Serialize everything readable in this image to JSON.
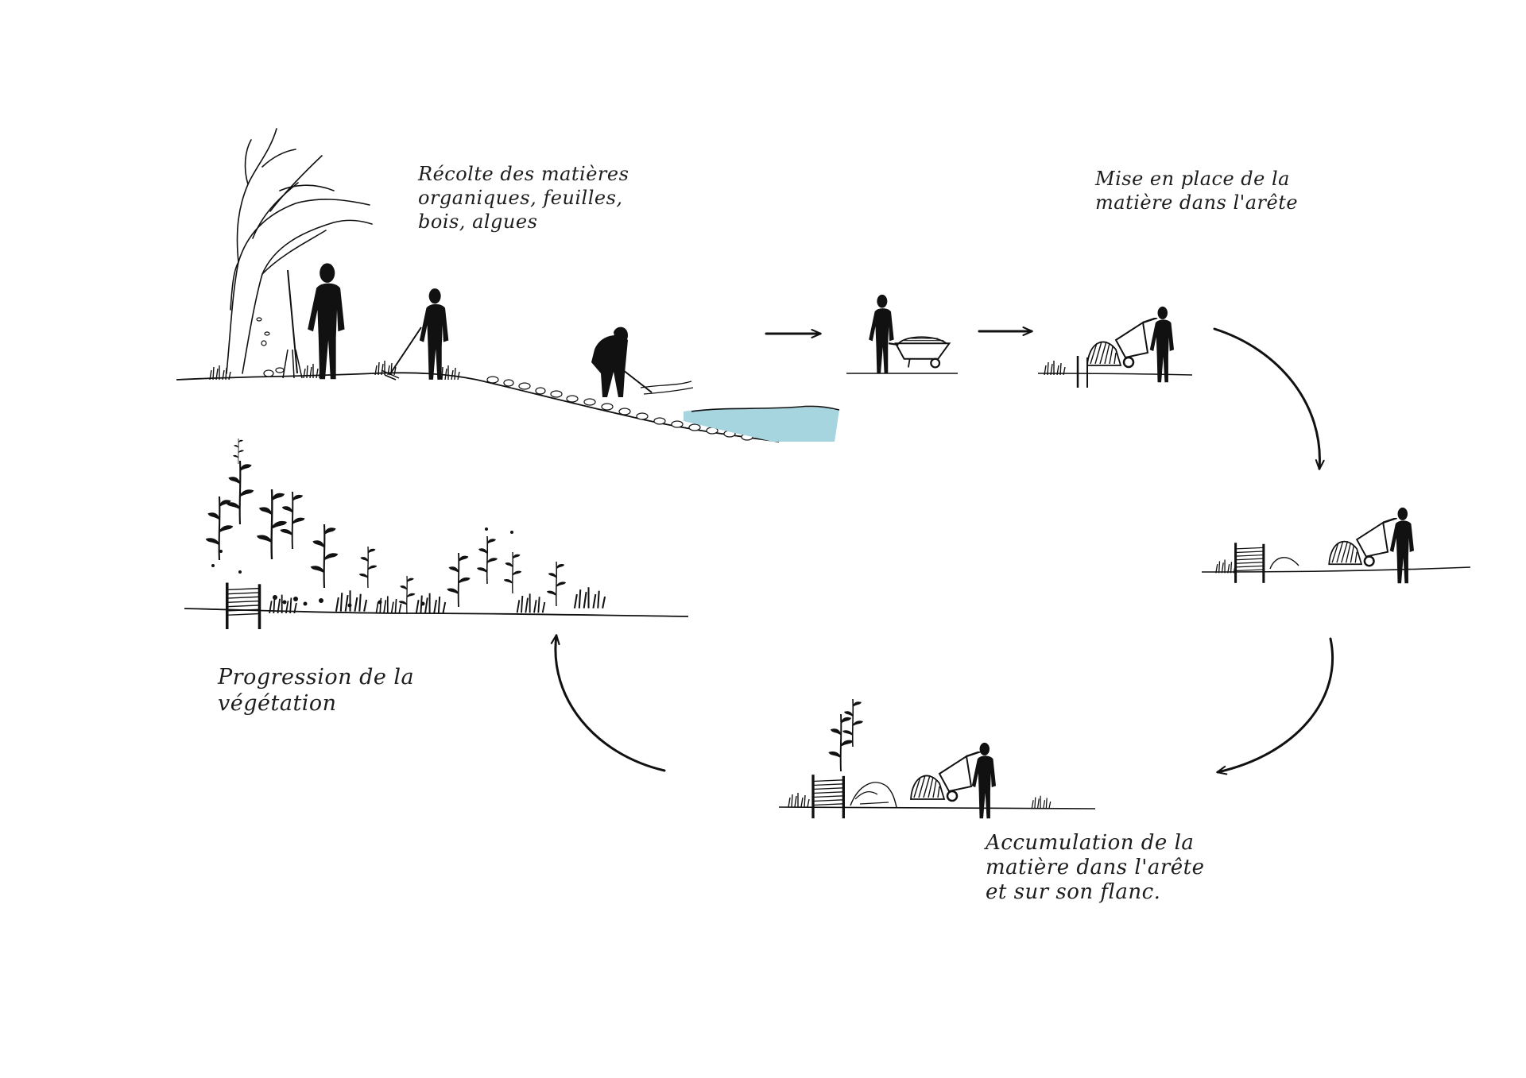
{
  "colors": {
    "ink": "#111111",
    "water": "#a6d4df",
    "paper": "#ffffff"
  },
  "steps": [
    {
      "id": "harvest",
      "lines": [
        "Récolte des matières",
        "organiques, feuilles,",
        "bois, algues"
      ]
    },
    {
      "id": "placement",
      "lines": [
        "Mise en place de la",
        "matière  dans l'arête"
      ]
    },
    {
      "id": "accumulation",
      "lines": [
        "Accumulation de la",
        "matière dans l'arête",
        "et sur son flanc."
      ]
    },
    {
      "id": "progression",
      "lines": [
        "Progression de la",
        "végétation"
      ]
    }
  ],
  "icons": {
    "tree": "tree-icon",
    "person": "person-silhouette-icon",
    "wheelbarrow": "wheelbarrow-icon",
    "fence": "wooden-fence-icon",
    "plant": "plant-icon",
    "arrow": "arrow-icon"
  }
}
